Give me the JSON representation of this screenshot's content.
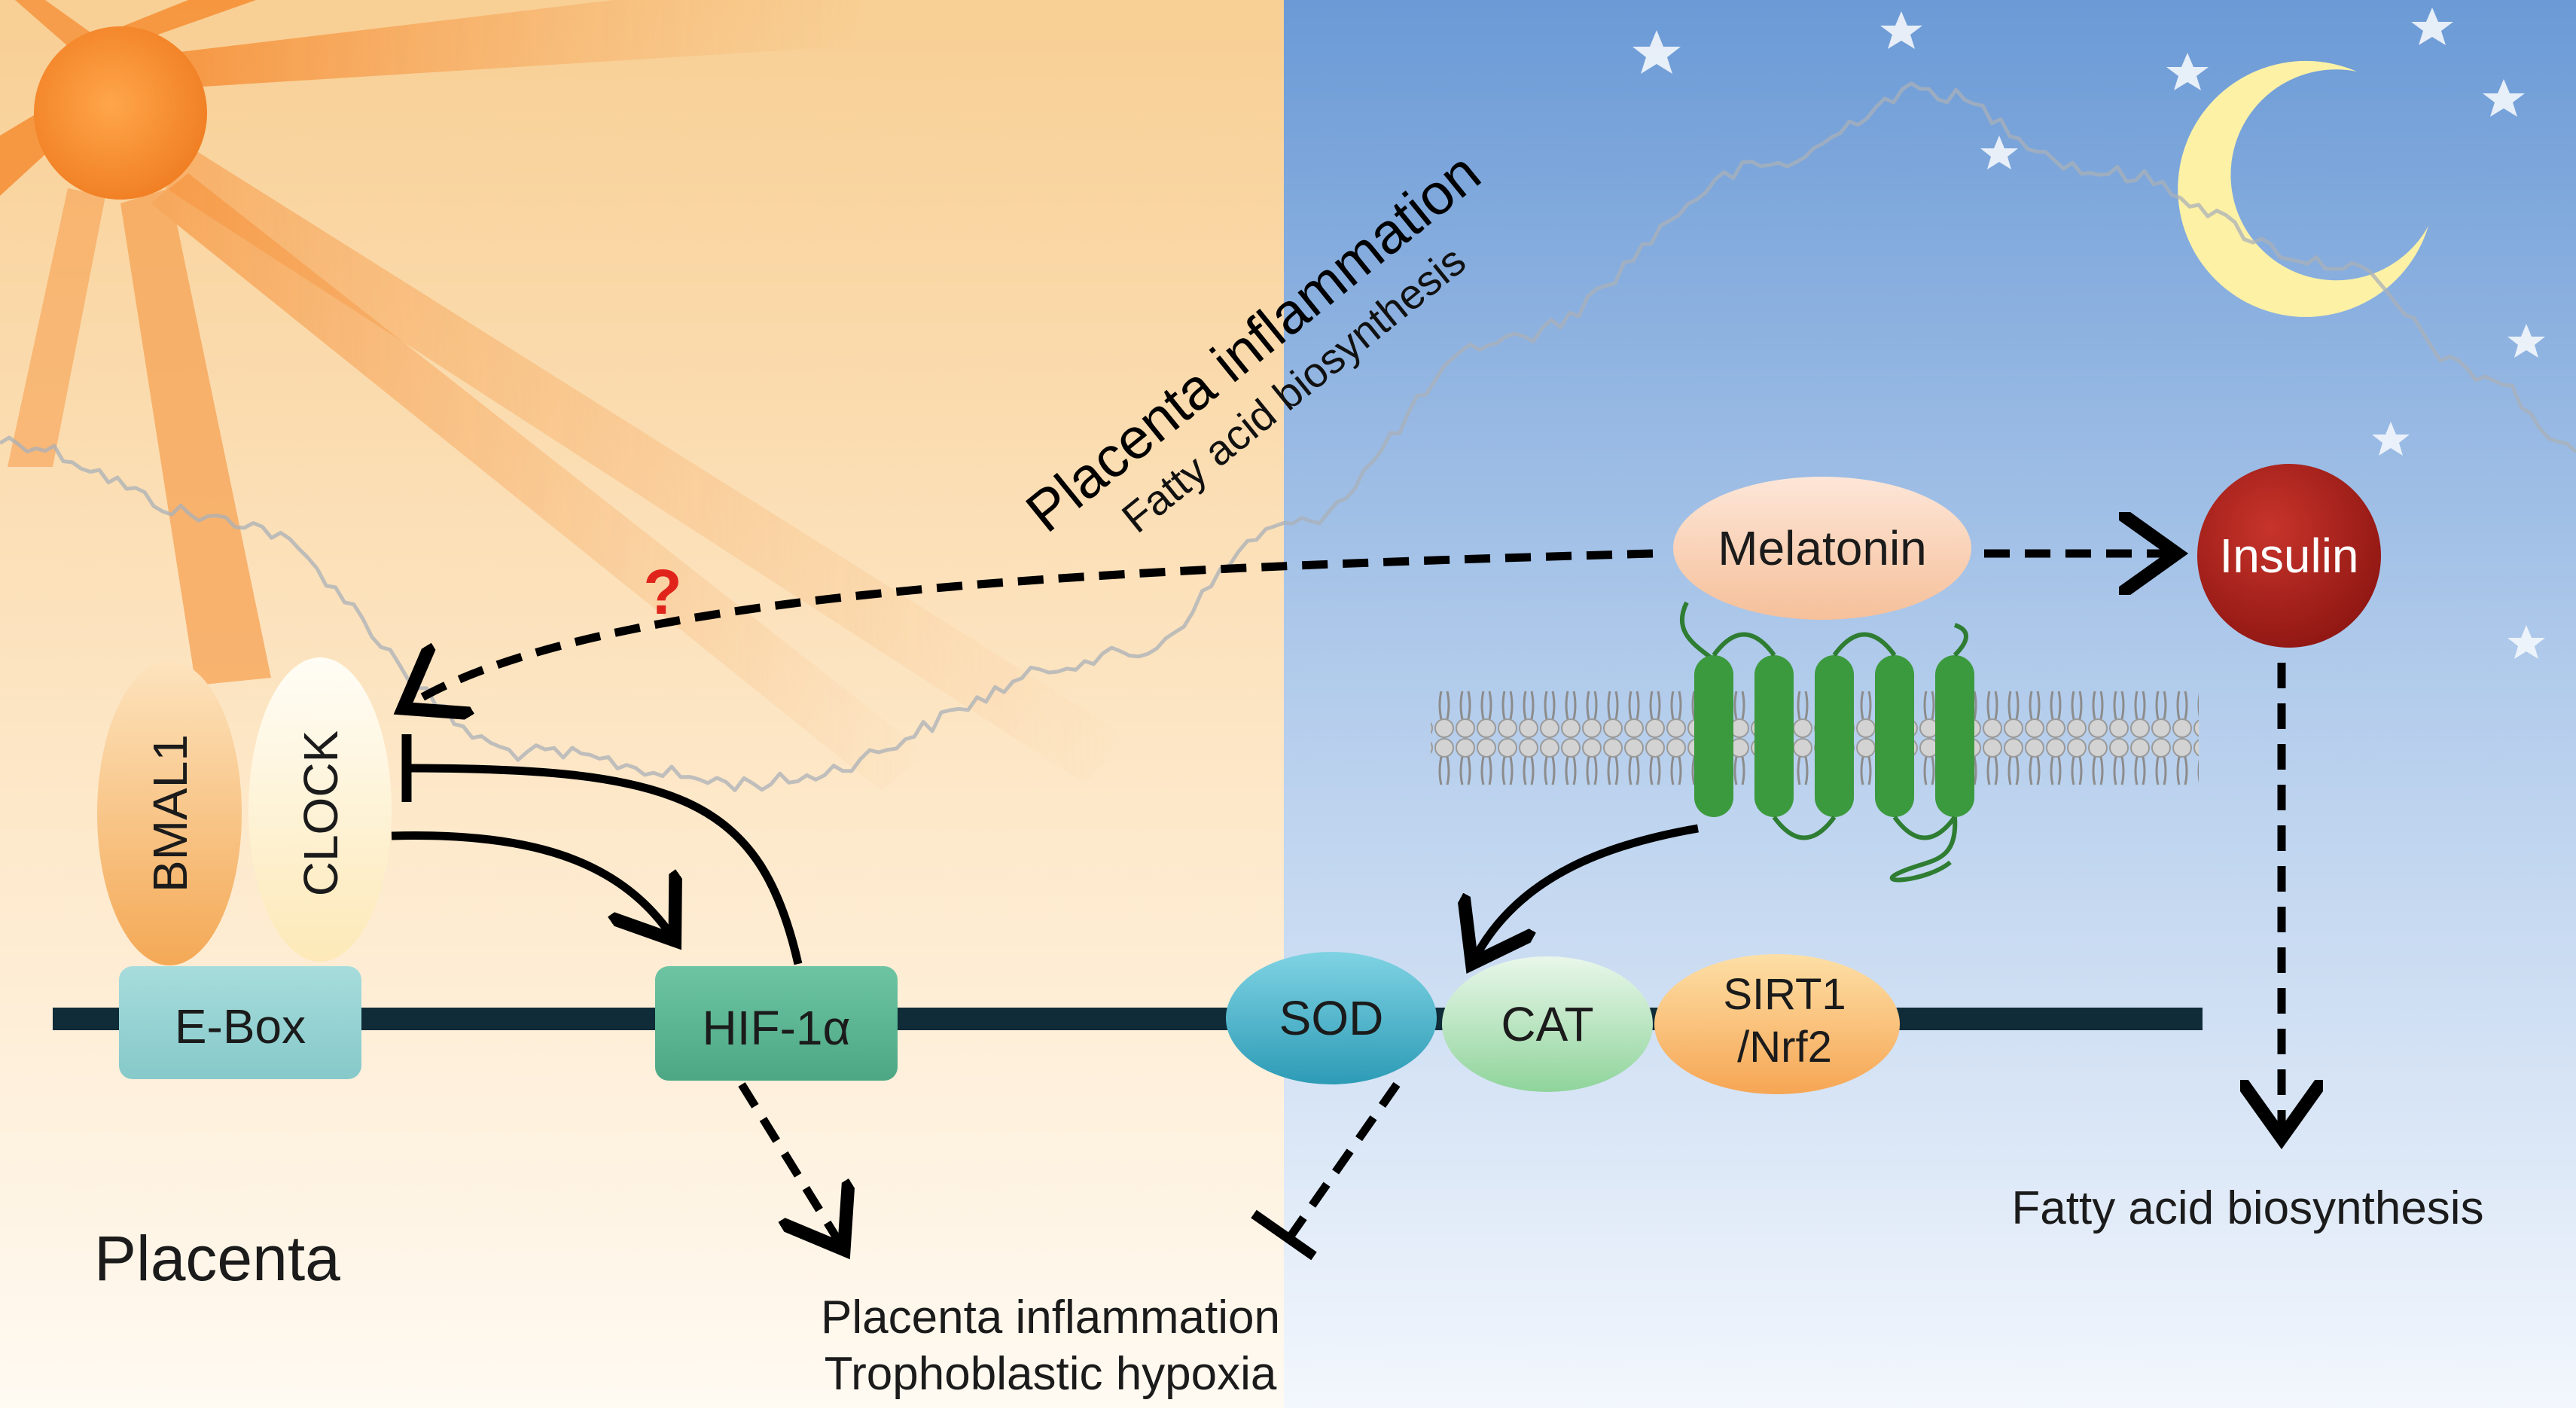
{
  "labels": {
    "placenta": "Placenta",
    "question_mark": "?",
    "curve_title": "Placenta inflammation",
    "curve_subtitle": "Fatty acid biosynthesis",
    "bmal1": "BMAL1",
    "clock": "CLOCK",
    "ebox": "E-Box",
    "hif1a": "HIF-1α",
    "melatonin": "Melatonin",
    "insulin": "Insulin",
    "sod": "SOD",
    "cat": "CAT",
    "sirt1_line1": "SIRT1",
    "sirt1_line2": "/Nrf2",
    "outcome_line1": "Placenta inflammation",
    "outcome_line2": "Trophoblastic hypoxia",
    "insulin_outcome": "Fatty acid biosynthesis"
  },
  "colors": {
    "day_top": "#f8cf94",
    "day_bottom": "#fffaf2",
    "night_top": "#6b9ad6",
    "night_bottom": "#f3f7fd",
    "sun": "#f5892e",
    "moon": "#fdf1a6",
    "dna": "#0f2c38",
    "ebox": "#93d2d2",
    "hif": "#5bb596",
    "receptor": "#3c9a3e",
    "insulin": "#ae2420",
    "question": "#e0241b"
  }
}
